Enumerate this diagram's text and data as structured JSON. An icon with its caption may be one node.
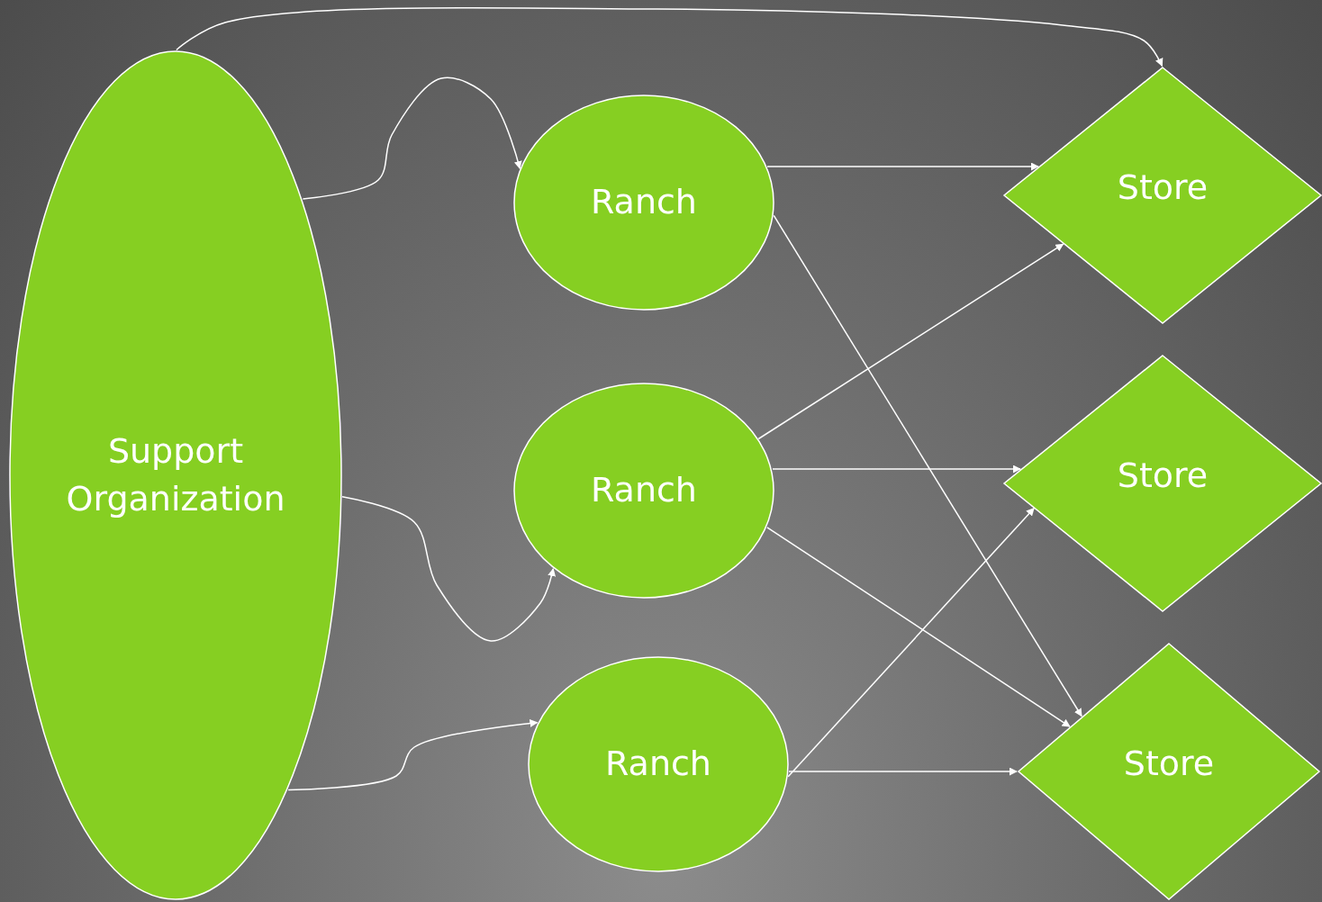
{
  "diagram": {
    "nodes": [
      {
        "text": [
          "Support Organization"
        ]
      },
      {
        "text": [
          "Ranch"
        ]
      },
      {
        "text": [
          "Ranch"
        ]
      },
      {
        "text": [
          "Ranch"
        ]
      },
      {
        "text": [
          "Store"
        ]
      },
      {
        "text": [
          "Store"
        ]
      },
      {
        "text": [
          "Store"
        ]
      }
    ],
    "edges": [
      {
        "from": 0,
        "to": 4,
        "arrow": "to"
      },
      {
        "from": 0,
        "to": 1,
        "arrow": "to"
      },
      {
        "from": 0,
        "to": 2,
        "arrow": "to"
      },
      {
        "from": 0,
        "to": 3,
        "arrow": "to"
      },
      {
        "from": 1,
        "to": 4,
        "arrow": "to"
      },
      {
        "from": 1,
        "to": 6,
        "arrow": "to"
      },
      {
        "from": 2,
        "to": 4,
        "arrow": "to"
      },
      {
        "from": 2,
        "to": 5,
        "arrow": "to"
      },
      {
        "from": 2,
        "to": 6,
        "arrow": "to"
      },
      {
        "from": 3,
        "to": 5,
        "arrow": "to"
      },
      {
        "from": 3,
        "to": 6,
        "arrow": "to"
      }
    ]
  }
}
